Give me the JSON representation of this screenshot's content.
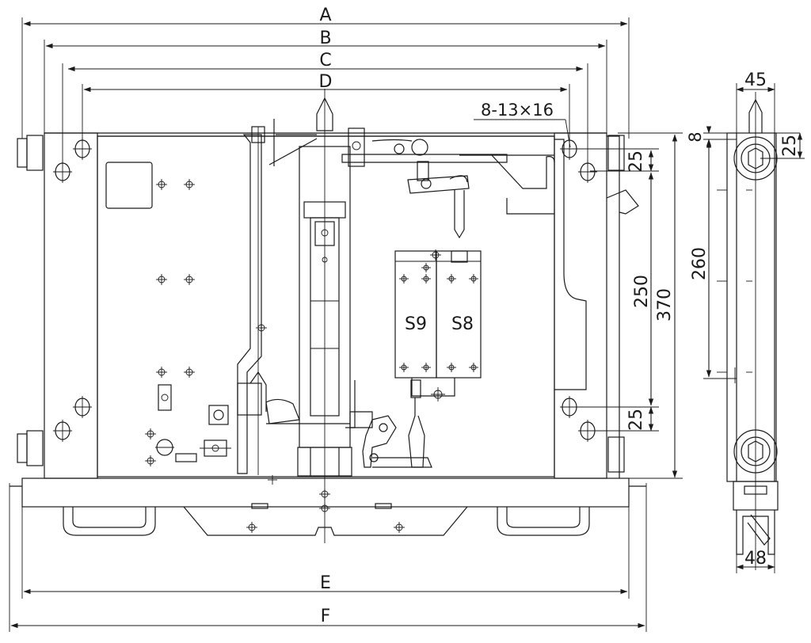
{
  "dimensions": {
    "a": "A",
    "b": "B",
    "c": "C",
    "d": "D",
    "e": "E",
    "f": "F",
    "hole_spec": "8-13×16",
    "v_25_top": "25",
    "v_250": "250",
    "v_370": "370",
    "v_25_bottom": "25",
    "side_45": "45",
    "side_8": "8",
    "side_25": "25",
    "side_260": "260",
    "side_48": "48"
  },
  "labels": {
    "s9": "S9",
    "s8": "S8"
  }
}
